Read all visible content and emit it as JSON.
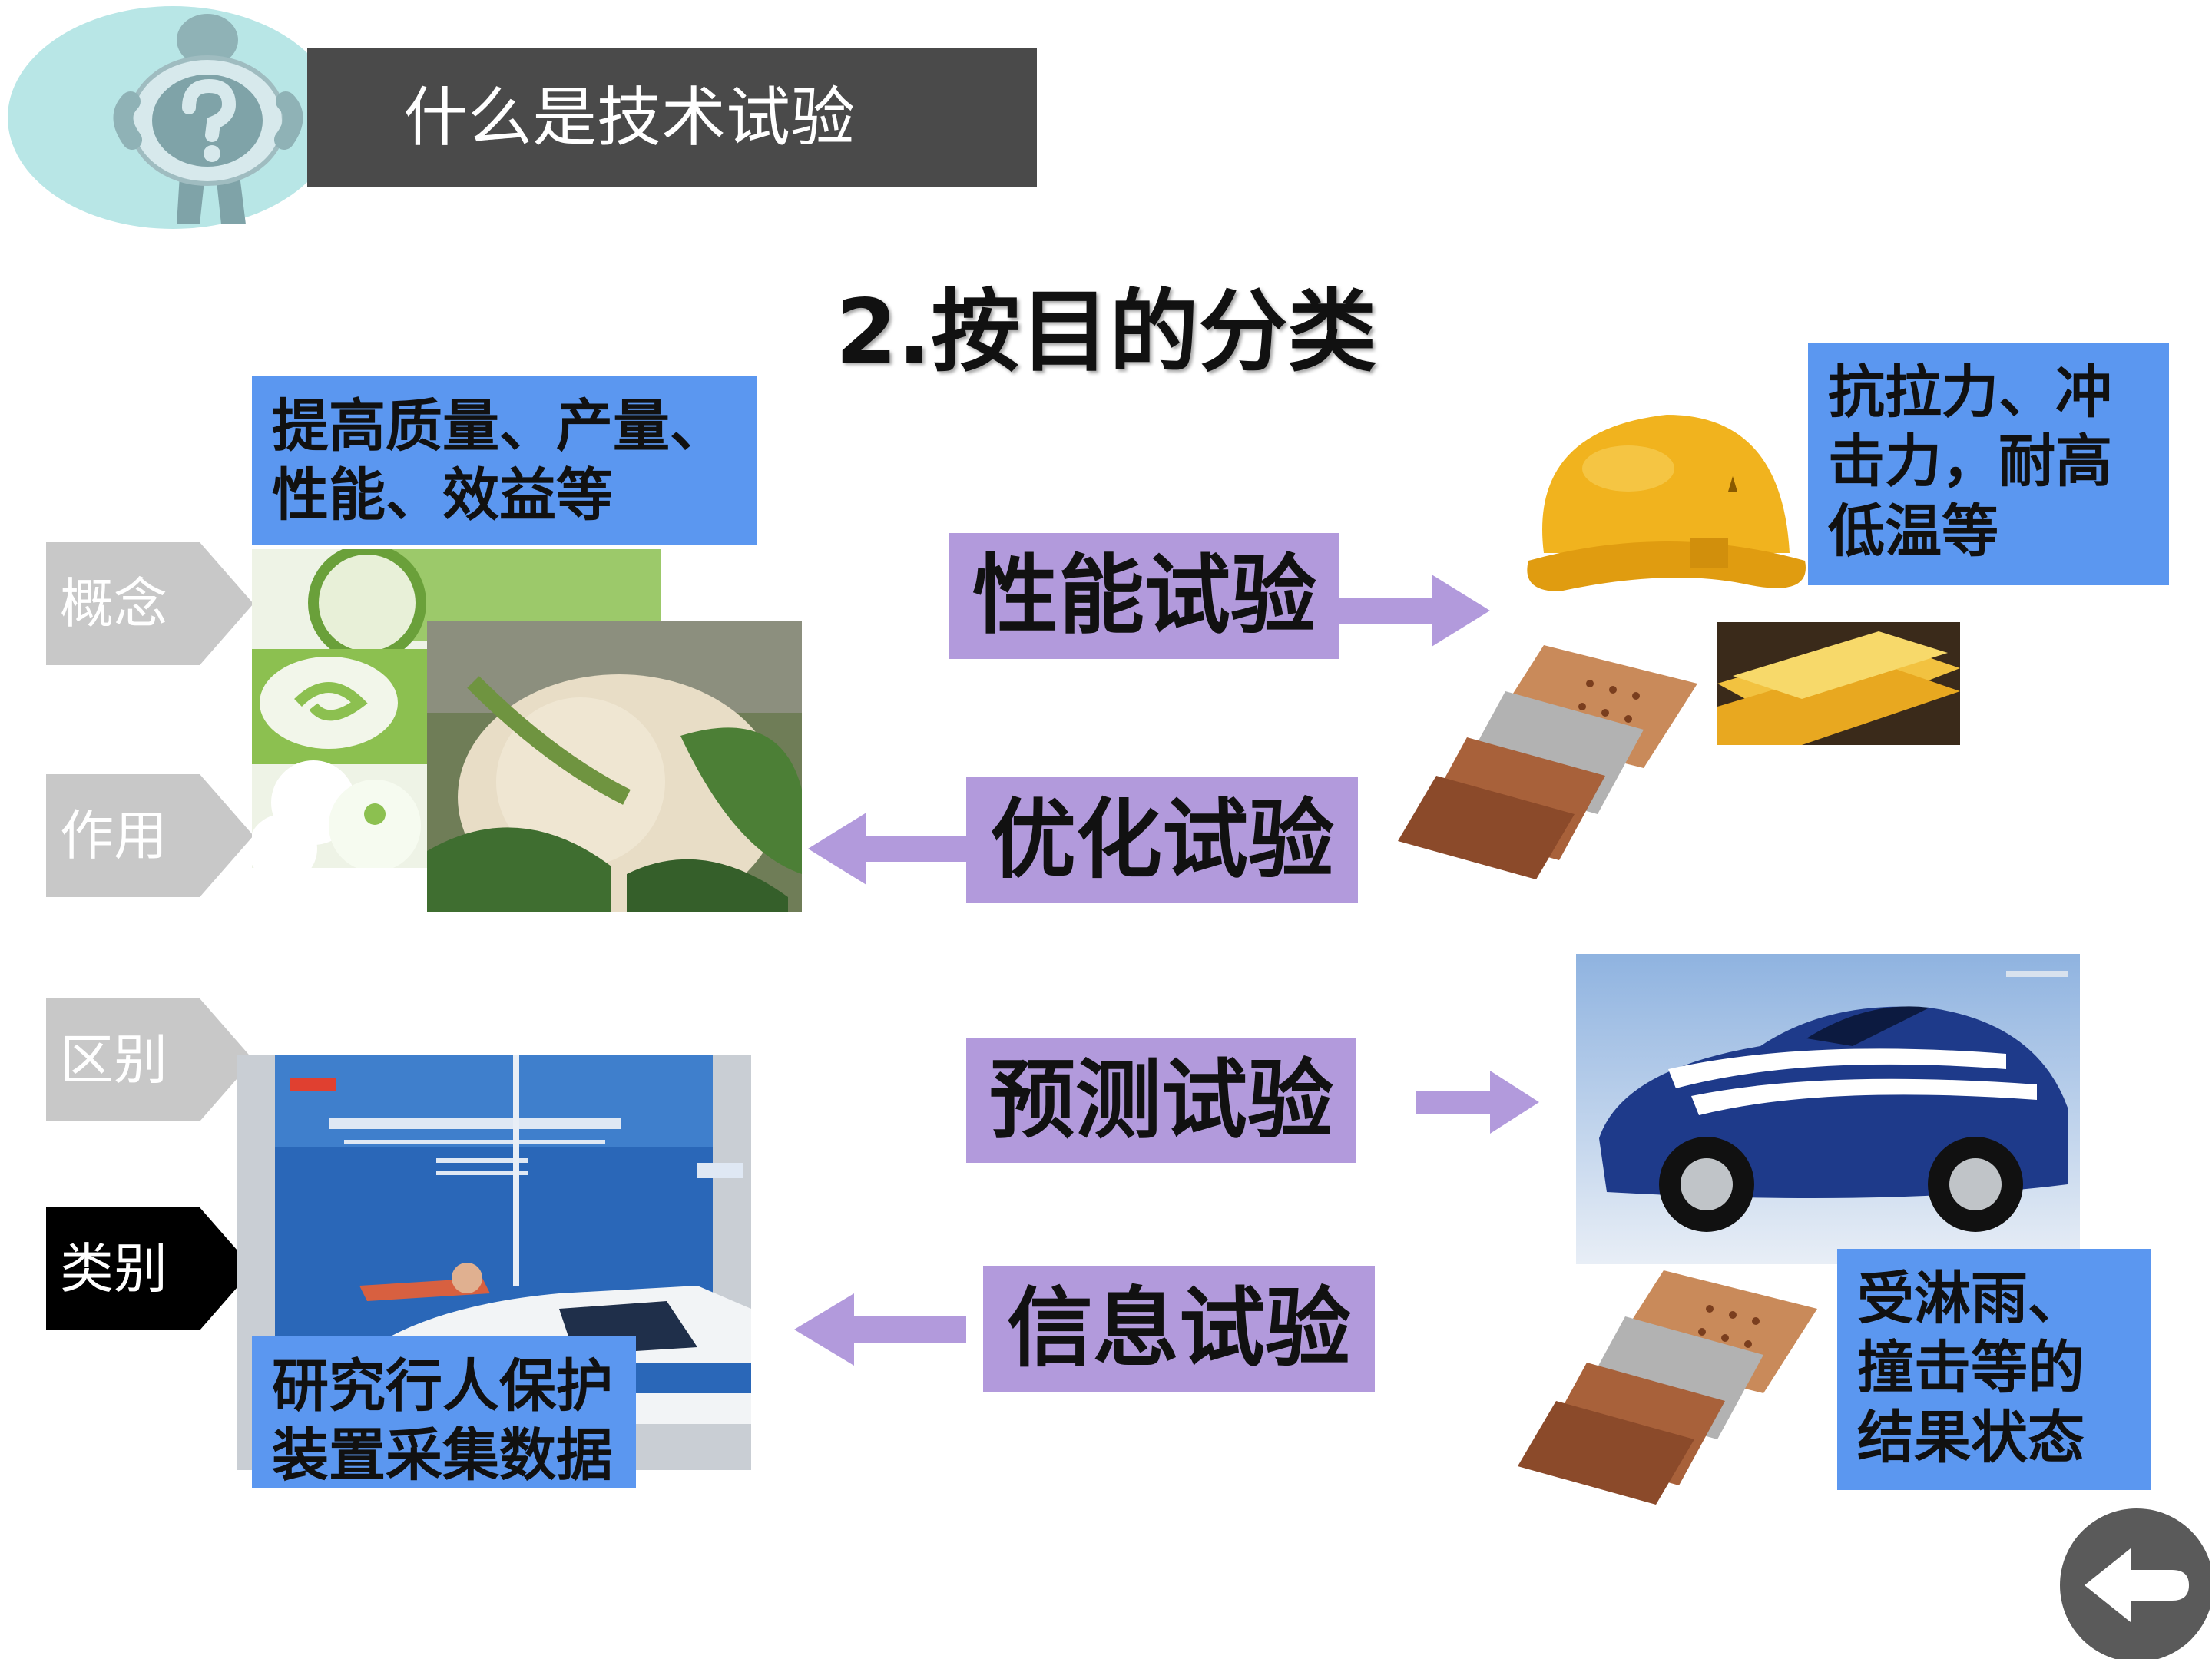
{
  "header": {
    "title": "什么是技术试验"
  },
  "subtitle": "2.按目的分类",
  "nav": [
    {
      "label": "概念",
      "state": "inactive"
    },
    {
      "label": "作用",
      "state": "inactive"
    },
    {
      "label": "区别",
      "state": "inactive"
    },
    {
      "label": "类别",
      "state": "active"
    }
  ],
  "notes": {
    "quality": "提高质量、产量、性能、效益等",
    "strength": "抗拉力、冲击力，耐高低温等",
    "pedestrian": "研究行人保护装置采集数据",
    "weather": "受淋雨、撞击等的结果状态"
  },
  "labels": {
    "performance": "性能试验",
    "optimization": "优化试验",
    "prediction": "预测试验",
    "information": "信息试验"
  },
  "colors": {
    "title_bar": "#4a4a4a",
    "note_blue": "#5b97f0",
    "label_purple": "#b29adc",
    "nav_inactive": "#c8c8c8",
    "nav_active": "#000000"
  },
  "icons": {
    "back": "back-arrow-icon",
    "mascot": "question-figure-icon"
  }
}
